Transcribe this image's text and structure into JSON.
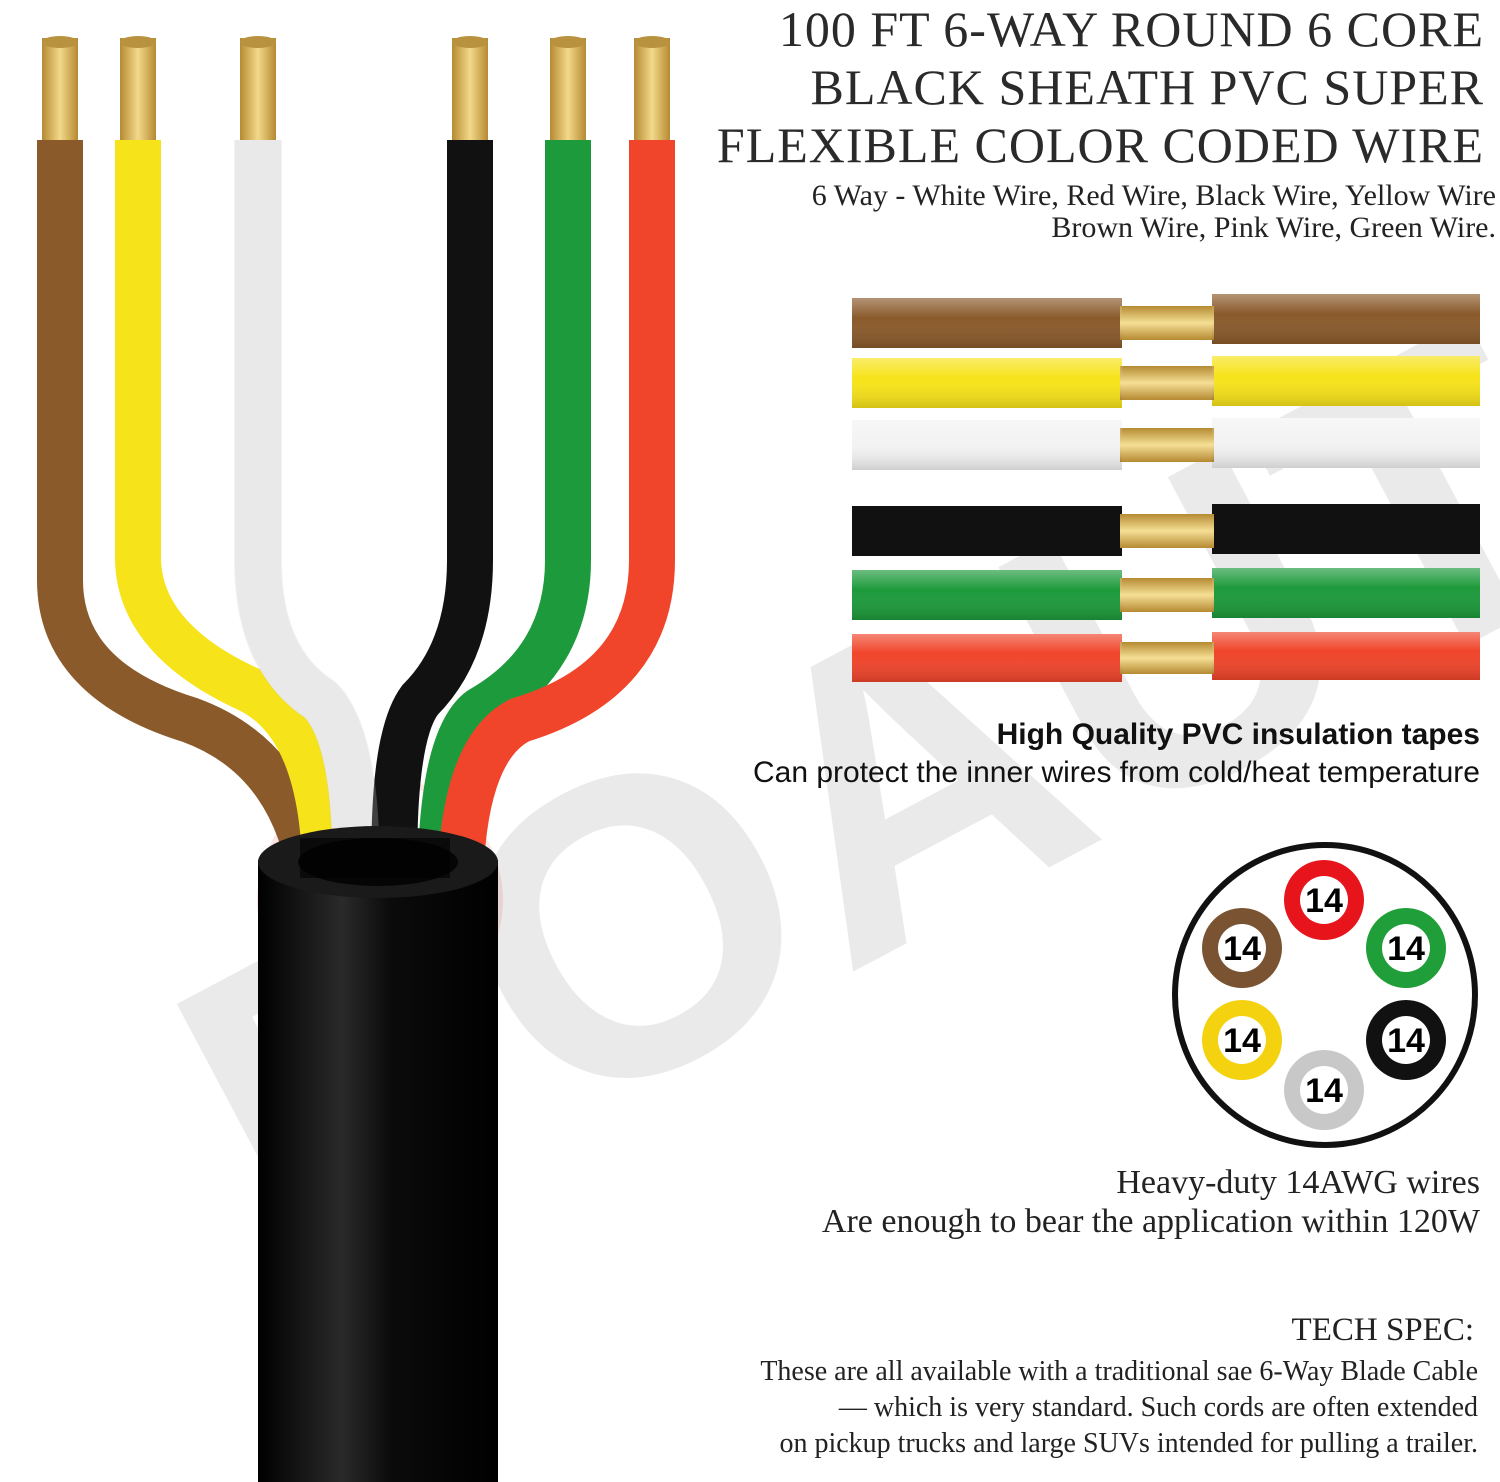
{
  "heading": {
    "title": "100 FT 6-WAY ROUND 6 CORE BLACK SHEATH PVC SUPER FLEXIBLE COLOR CODED WIRE",
    "subtitle_line1": "6 Way - White Wire, Red Wire, Black Wire, Yellow Wire",
    "subtitle_line2": "Brown Wire, Pink Wire, Green Wire."
  },
  "insulation": {
    "title": "High Quality PVC insulation tapes",
    "body": "Can protect the inner wires from cold/heat temperature"
  },
  "gauge": {
    "title": "Heavy-duty 14AWG wires",
    "body": "Are enough to bear the application within 120W",
    "connector_pins": [
      {
        "label": "14",
        "color": "#e8141b"
      },
      {
        "label": "14",
        "color": "#7a5432"
      },
      {
        "label": "14",
        "color": "#1f9e3a"
      },
      {
        "label": "14",
        "color": "#f4d20f"
      },
      {
        "label": "14",
        "color": "#111111"
      },
      {
        "label": "14",
        "color": "#c8c8c8"
      }
    ]
  },
  "tech_spec": {
    "title": "TECH SPEC:",
    "line1": "These are all available with a traditional sae 6-Way Blade Cable",
    "line2": "— which is very standard.  Such cords are often extended",
    "line3": "on pickup trucks and large SUVs intended for pulling a trailer."
  },
  "watermark": "DOAUTO",
  "wire_colors": {
    "brown": "#8a5a2b",
    "yellow": "#f7e31a",
    "white": "#f2f2f2",
    "black": "#111111",
    "green": "#1d9a3b",
    "red": "#f0452b",
    "copper": "#d8b25a"
  }
}
